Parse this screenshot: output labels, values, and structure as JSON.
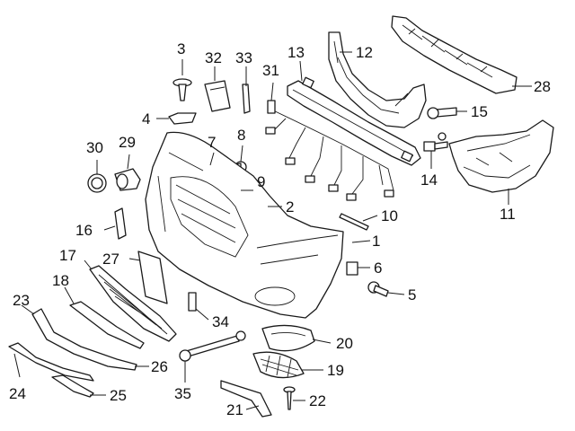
{
  "diagram": {
    "line_color": "#1a1a1a",
    "callouts": [
      "1",
      "2",
      "3",
      "4",
      "5",
      "6",
      "7",
      "8",
      "9",
      "10",
      "11",
      "12",
      "13",
      "14",
      "15",
      "16",
      "17",
      "18",
      "19",
      "20",
      "21",
      "22",
      "23",
      "24",
      "25",
      "26",
      "27",
      "28",
      "29",
      "30",
      "31",
      "32",
      "33",
      "34",
      "35"
    ]
  }
}
